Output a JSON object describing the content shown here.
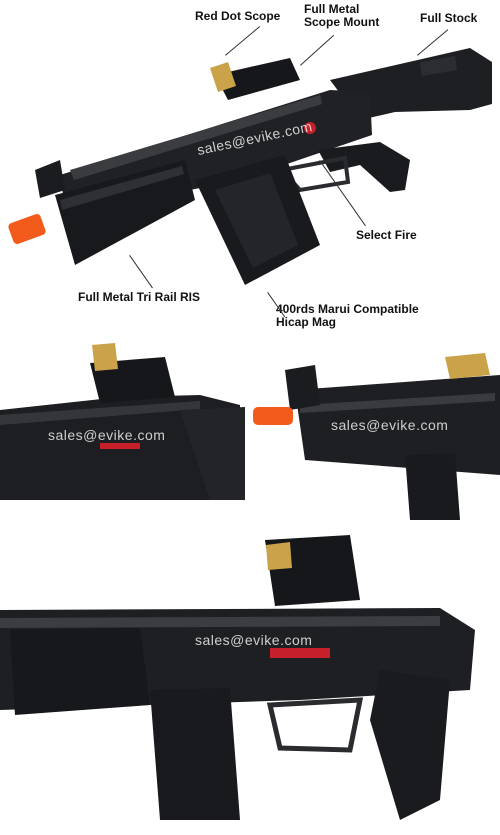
{
  "callouts": {
    "red_dot_scope": "Red Dot Scope",
    "scope_mount": "Full Metal\nScope Mount",
    "full_stock": "Full Stock",
    "select_fire": "Select Fire",
    "tri_rail": "Full Metal Tri Rail RIS",
    "hicap_mag": "400rds Marui Compatible\nHicap Mag"
  },
  "watermark": "sales@evike.com",
  "colors": {
    "gun_body": "#1e1f22",
    "gun_highlight": "#3a3c40",
    "orange_tip": "#f25b1c",
    "scope_lens": "#c9a24a",
    "selector_red": "#c8202a"
  }
}
